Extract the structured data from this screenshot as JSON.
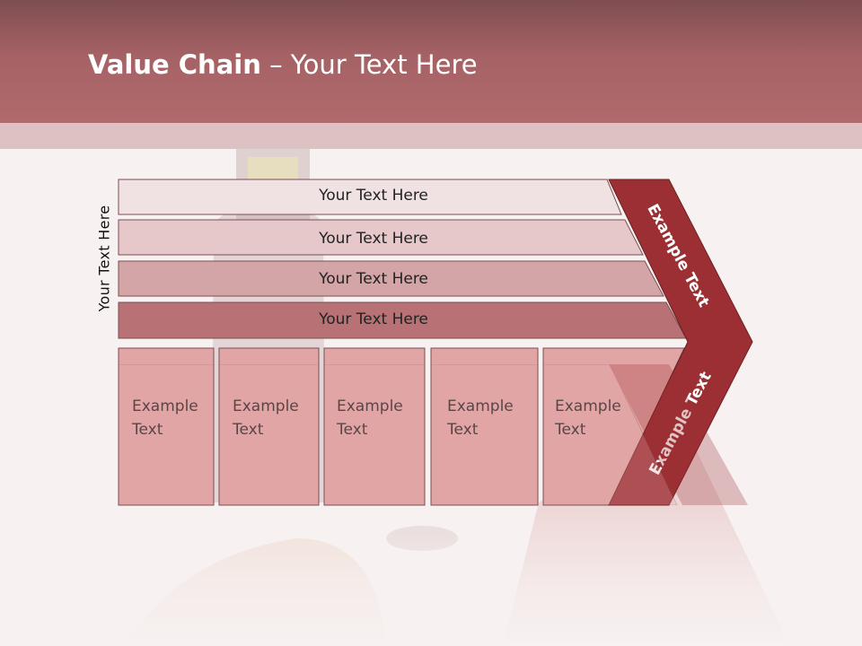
{
  "title": {
    "bold": "Value Chain",
    "rest": " – Your Text Here"
  },
  "side_label": "Your Text Here",
  "rows": [
    {
      "label": "Your Text Here"
    },
    {
      "label": "Your Text Here"
    },
    {
      "label": "Your Text Here"
    },
    {
      "label": "Your Text Here"
    }
  ],
  "columns": [
    {
      "line1": "Example",
      "line2": "Text"
    },
    {
      "line1": "Example",
      "line2": "Text"
    },
    {
      "line1": "Example",
      "line2": "Text"
    },
    {
      "line1": "Example",
      "line2": "Text"
    },
    {
      "line1": "Example",
      "line2": "Text"
    }
  ],
  "arrow": {
    "upper_label": "Example Text",
    "lower_label": "Example Text"
  },
  "colors": {
    "header": "#a56265",
    "arrow": "#9b2f33",
    "row1": "#f0e2e3",
    "row2": "#e6c8ca",
    "row3": "#d4a5a7",
    "row4": "#b87276",
    "column": "#e2a5a6"
  }
}
